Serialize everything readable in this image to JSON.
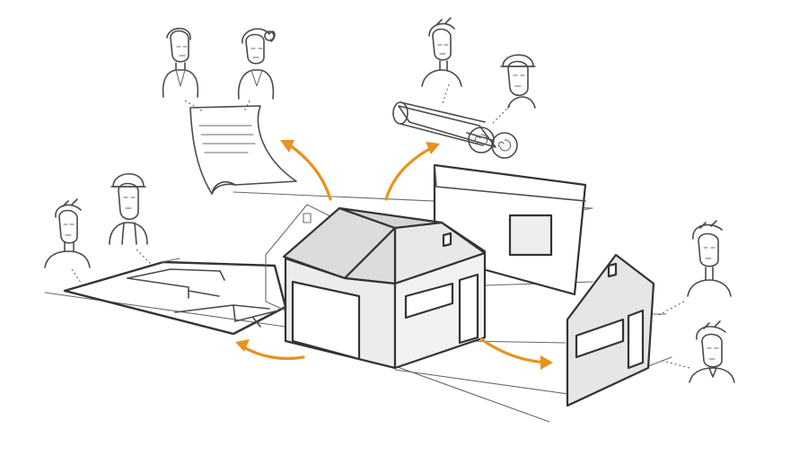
{
  "colors": {
    "background": "#ffffff",
    "ink": "#3a3a3a",
    "wall_shade": "#e6e6e6",
    "wall_light": "#f2f2f2",
    "roof_shade": "#dcdcdc",
    "arrow": "#e8931e"
  },
  "figures": [
    {
      "id": "person-top-left-man",
      "kind": "person"
    },
    {
      "id": "person-top-left-woman",
      "kind": "person"
    },
    {
      "id": "person-top-right-man",
      "kind": "person"
    },
    {
      "id": "person-top-right-hardhat",
      "kind": "person-hardhat"
    },
    {
      "id": "person-left-man",
      "kind": "person"
    },
    {
      "id": "person-left-hardhat",
      "kind": "person-hardhat"
    },
    {
      "id": "person-right-upper",
      "kind": "person"
    },
    {
      "id": "person-right-lower",
      "kind": "person"
    }
  ],
  "objects": [
    "contract-document",
    "blueprint-rolls",
    "floor-plan",
    "house-3d-model",
    "house-section-view",
    "house-side-elevation"
  ],
  "arrows": [
    "to-document",
    "to-blueprints",
    "to-floor-plan",
    "to-elevation"
  ]
}
